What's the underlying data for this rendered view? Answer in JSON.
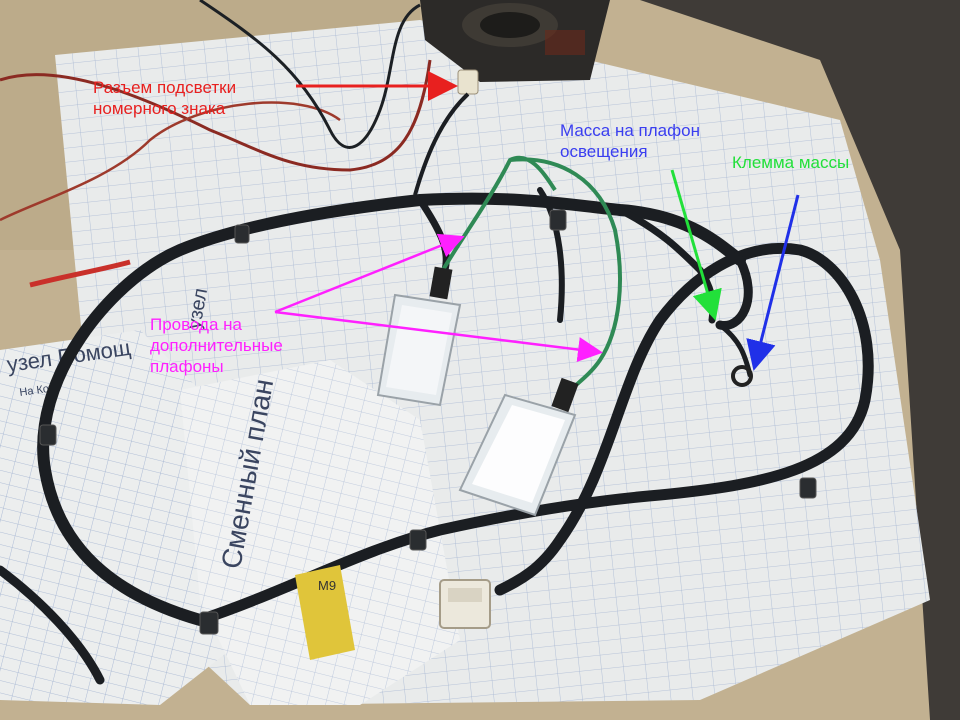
{
  "annotations": {
    "connector": {
      "text": "Разъем подсветки\nномерного знака",
      "color": "#e8201f"
    },
    "extra_lamp_wires": {
      "text": "Провода на\nдополнительные\nплафоны",
      "color": "#ff20ff"
    },
    "lamp_ground": {
      "text": "Масса на плафон\nосвещения",
      "color": "#3a3ef0"
    },
    "ground_terminal": {
      "text": "Клемма массы",
      "color": "#22e03a"
    }
  },
  "paper": {
    "heading_left": "узел Помощ",
    "heading_rotated": "Сменный план",
    "heading_small": "На Кот",
    "heading_top": "узел"
  },
  "tags": {
    "yellow_tag": "М9"
  },
  "colors": {
    "table": "#c2b191",
    "paper": "#e9ebeb",
    "harness": "#1b1e22",
    "green_wire": "#2f8a55",
    "arrow_red": "#e8201f",
    "arrow_magenta": "#ff20ff",
    "arrow_green": "#22e03a",
    "arrow_blue": "#2030e8"
  }
}
